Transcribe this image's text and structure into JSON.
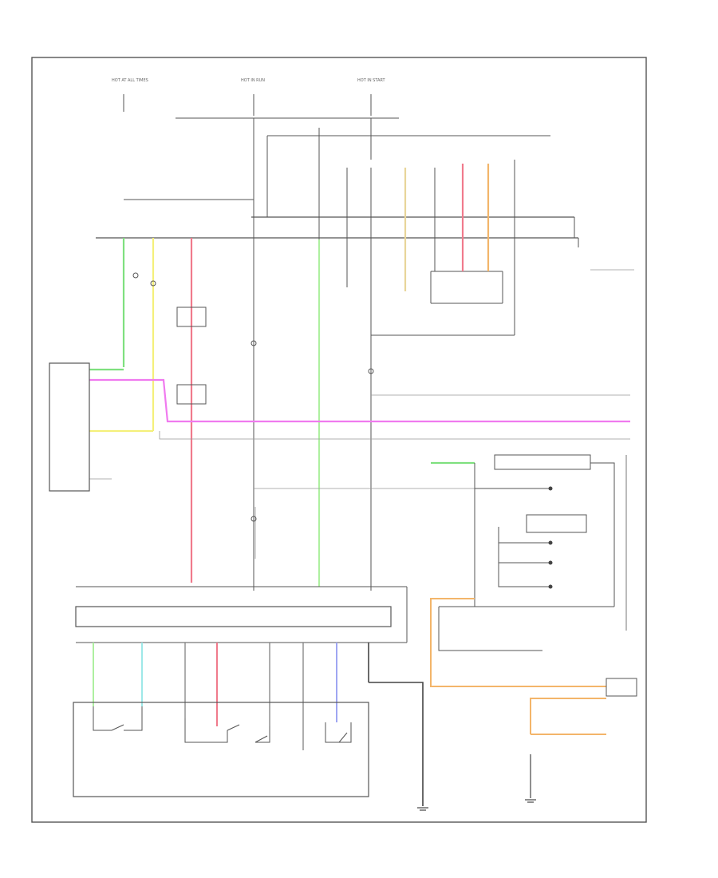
{
  "diagram": {
    "fuses": [
      {
        "text": "HOT AT ALL TIMES"
      },
      {
        "text": "HOT IN RUN"
      },
      {
        "text": "HOT IN START"
      }
    ],
    "header_note": "",
    "components": {
      "left_control_unit": "",
      "multiplex_module": "",
      "switch_panel": "",
      "combination_switch": "",
      "cruise_main_switch": "",
      "brake_switch": "",
      "ground_bottom": "",
      "ground_right": ""
    },
    "footer_id": "",
    "wire_colors": {
      "green": "#7fe07f",
      "yellow": "#f4f07a",
      "red": "#f07a8c",
      "magenta": "#f07aef",
      "light_green": "#aef0a0",
      "tan": "#e8d59a",
      "orange": "#f3b56a",
      "cyan": "#9ee8e8",
      "blue": "#9fa6f2",
      "black": "#444444",
      "gray": "#999999"
    }
  }
}
